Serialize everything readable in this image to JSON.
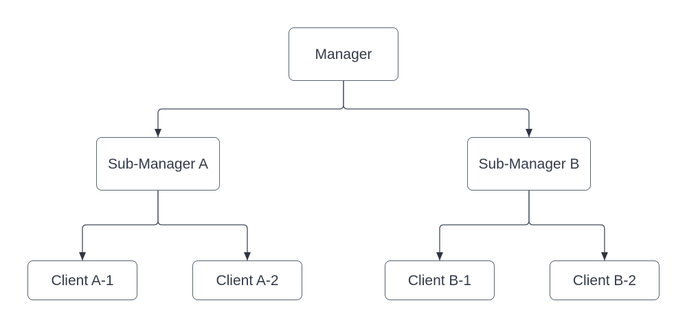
{
  "diagram": {
    "type": "org-chart",
    "nodes": {
      "manager": {
        "label": "Manager"
      },
      "sub_a": {
        "label": "Sub-Manager A"
      },
      "sub_b": {
        "label": "Sub-Manager B"
      },
      "client_a1": {
        "label": "Client A-1"
      },
      "client_a2": {
        "label": "Client A-2"
      },
      "client_b1": {
        "label": "Client B-1"
      },
      "client_b2": {
        "label": "Client B-2"
      }
    },
    "edges": [
      {
        "from": "manager",
        "to": "sub_a"
      },
      {
        "from": "manager",
        "to": "sub_b"
      },
      {
        "from": "sub_a",
        "to": "client_a1"
      },
      {
        "from": "sub_a",
        "to": "client_a2"
      },
      {
        "from": "sub_b",
        "to": "client_b1"
      },
      {
        "from": "sub_b",
        "to": "client_b2"
      }
    ],
    "colors": {
      "background": "#ffffff",
      "node_fill": "#ffffff",
      "node_border": "#5b6270",
      "connector": "#424a59",
      "arrowhead": "#2f3542",
      "text": "#333a49"
    }
  }
}
